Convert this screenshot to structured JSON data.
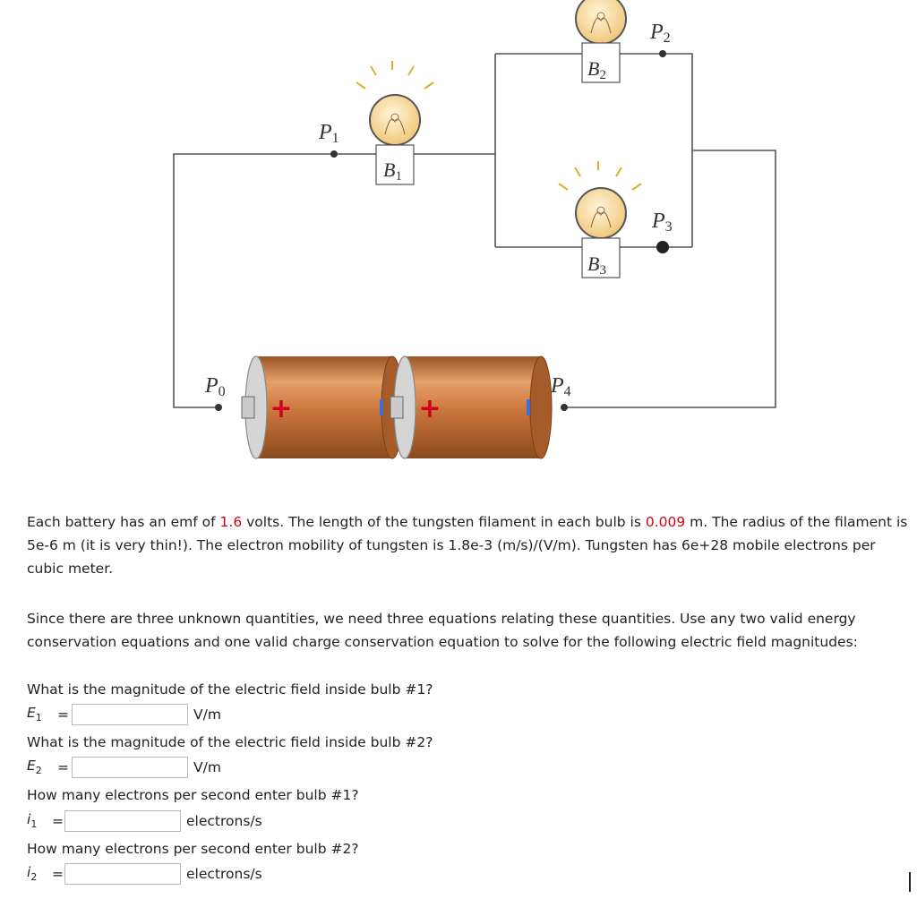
{
  "diagram": {
    "labels": {
      "p0": "P",
      "p0_sub": "0",
      "p1": "P",
      "p1_sub": "1",
      "p2": "P",
      "p2_sub": "2",
      "p3": "P",
      "p3_sub": "3",
      "p4": "P",
      "p4_sub": "4",
      "b1": "B",
      "b1_sub": "1",
      "b2": "B",
      "b2_sub": "2",
      "b3": "B",
      "b3_sub": "3"
    },
    "battery_plus": "+",
    "colors": {
      "battery": "#c8743a",
      "bulb": "#f3d28c",
      "wire": "#333333",
      "plus": "#d0021b",
      "minus": "#3b6fd6"
    }
  },
  "problem": {
    "p1_a": "Each battery has an emf of ",
    "emf": "1.6",
    "p1_b": " volts. The length of the tungsten filament in each bulb is ",
    "length": "0.009",
    "p1_c": " m. The radius of the filament is 5e-6 m (it is very thin!). The electron mobility of tungsten is 1.8e-3 (m/s)/(V/m). Tungsten has 6e+28 mobile electrons per cubic meter.",
    "p2": "Since there are three unknown quantities, we need three equations relating these quantities. Use any two valid energy conservation equations and one valid charge conservation equation to solve for the following electric field magnitudes:"
  },
  "questions": [
    {
      "prompt": "What is the magnitude of the electric field inside bulb #1?",
      "var": "E",
      "sub": "1",
      "eq": "=",
      "value": "",
      "unit": "V/m"
    },
    {
      "prompt": "What is the magnitude of the electric field inside bulb #2?",
      "var": "E",
      "sub": "2",
      "eq": "=",
      "value": "",
      "unit": "V/m"
    },
    {
      "prompt": "How many electrons per second enter bulb #1?",
      "var": "i",
      "sub": "1",
      "eq": "=",
      "value": "",
      "unit": "electrons/s"
    },
    {
      "prompt": "How many electrons per second enter bulb #2?",
      "var": "i",
      "sub": "2",
      "eq": "=",
      "value": "",
      "unit": "electrons/s"
    }
  ]
}
